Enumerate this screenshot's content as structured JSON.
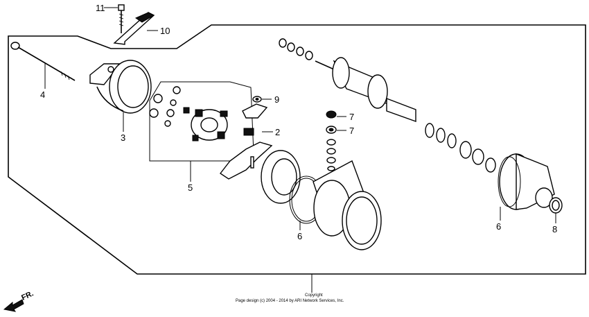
{
  "callouts": {
    "c1": "11",
    "c2": "10",
    "c3": "4",
    "c4": "3",
    "c5": "9",
    "c6": "2",
    "c7": "5",
    "c8": "7",
    "c9": "7",
    "c10": "6",
    "c11": "6",
    "c12": "8"
  },
  "copyright": {
    "line1": "Copyright",
    "line2": "Page design (c) 2004 - 2014 by ARI Network Services, Inc."
  },
  "direction": "FR."
}
